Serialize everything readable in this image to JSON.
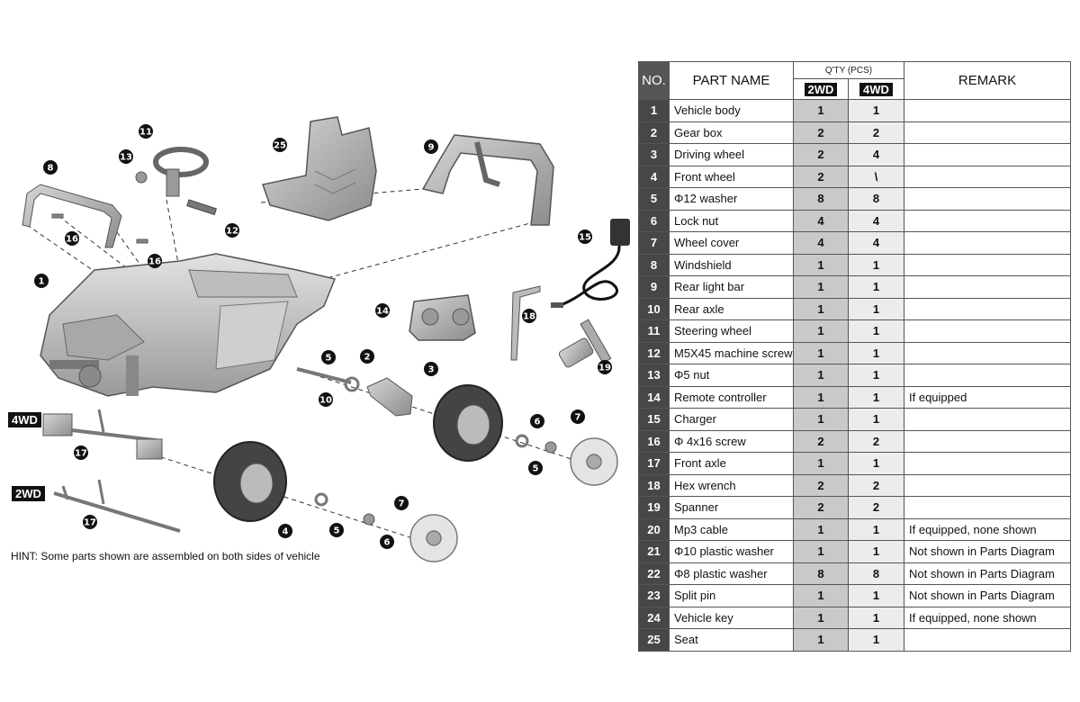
{
  "table": {
    "headers": {
      "no": "NO.",
      "part_name": "PART NAME",
      "qty": "Q'TY (PCS)",
      "wd2": "2WD",
      "wd4": "4WD",
      "remark": "REMARK"
    },
    "rows": [
      {
        "no": "1",
        "name": "Vehicle body",
        "q2": "1",
        "q4": "1",
        "remark": ""
      },
      {
        "no": "2",
        "name": "Gear box",
        "q2": "2",
        "q4": "2",
        "remark": ""
      },
      {
        "no": "3",
        "name": "Driving wheel",
        "q2": "2",
        "q4": "4",
        "remark": ""
      },
      {
        "no": "4",
        "name": "Front wheel",
        "q2": "2",
        "q4": "\\",
        "remark": ""
      },
      {
        "no": "5",
        "name": "Φ12 washer",
        "q2": "8",
        "q4": "8",
        "remark": ""
      },
      {
        "no": "6",
        "name": "Lock nut",
        "q2": "4",
        "q4": "4",
        "remark": ""
      },
      {
        "no": "7",
        "name": "Wheel cover",
        "q2": "4",
        "q4": "4",
        "remark": ""
      },
      {
        "no": "8",
        "name": "Windshield",
        "q2": "1",
        "q4": "1",
        "remark": ""
      },
      {
        "no": "9",
        "name": "Rear light bar",
        "q2": "1",
        "q4": "1",
        "remark": ""
      },
      {
        "no": "10",
        "name": "Rear axle",
        "q2": "1",
        "q4": "1",
        "remark": ""
      },
      {
        "no": "11",
        "name": "Steering wheel",
        "q2": "1",
        "q4": "1",
        "remark": ""
      },
      {
        "no": "12",
        "name": "M5X45 machine screw",
        "q2": "1",
        "q4": "1",
        "remark": ""
      },
      {
        "no": "13",
        "name": "Φ5 nut",
        "q2": "1",
        "q4": "1",
        "remark": ""
      },
      {
        "no": "14",
        "name": "Remote controller",
        "q2": "1",
        "q4": "1",
        "remark": "If equipped"
      },
      {
        "no": "15",
        "name": "Charger",
        "q2": "1",
        "q4": "1",
        "remark": ""
      },
      {
        "no": "16",
        "name": "Φ 4x16 screw",
        "q2": "2",
        "q4": "2",
        "remark": ""
      },
      {
        "no": "17",
        "name": "Front axle",
        "q2": "1",
        "q4": "1",
        "remark": ""
      },
      {
        "no": "18",
        "name": "Hex wrench",
        "q2": "2",
        "q4": "2",
        "remark": ""
      },
      {
        "no": "19",
        "name": "Spanner",
        "q2": "2",
        "q4": "2",
        "remark": ""
      },
      {
        "no": "20",
        "name": "Mp3 cable",
        "q2": "1",
        "q4": "1",
        "remark": "If equipped, none shown"
      },
      {
        "no": "21",
        "name": "Φ10 plastic washer",
        "q2": "1",
        "q4": "1",
        "remark": "Not shown in Parts Diagram"
      },
      {
        "no": "22",
        "name": "Φ8 plastic washer",
        "q2": "8",
        "q4": "8",
        "remark": "Not shown in Parts Diagram"
      },
      {
        "no": "23",
        "name": "Split pin",
        "q2": "1",
        "q4": "1",
        "remark": "Not shown in Parts Diagram"
      },
      {
        "no": "24",
        "name": "Vehicle key",
        "q2": "1",
        "q4": "1",
        "remark": "If equipped, none shown"
      },
      {
        "no": "25",
        "name": "Seat",
        "q2": "1",
        "q4": "1",
        "remark": ""
      }
    ]
  },
  "diagram": {
    "hint": "HINT: Some parts shown are assembled on both sides of vehicle",
    "tag_4wd": "4WD",
    "tag_2wd": "2WD",
    "callouts": {
      "c1": "1",
      "c2": "2",
      "c3": "3",
      "c4": "4",
      "c5a": "5",
      "c5b": "5",
      "c5c": "5",
      "c6a": "6",
      "c6b": "6",
      "c7a": "7",
      "c7b": "7",
      "c8": "8",
      "c9": "9",
      "c10": "10",
      "c11": "11",
      "c12": "12",
      "c13": "13",
      "c14": "14",
      "c15": "15",
      "c16a": "16",
      "c16b": "16",
      "c17a": "17",
      "c17b": "17",
      "c18": "18",
      "c19": "19",
      "c25": "25"
    }
  }
}
